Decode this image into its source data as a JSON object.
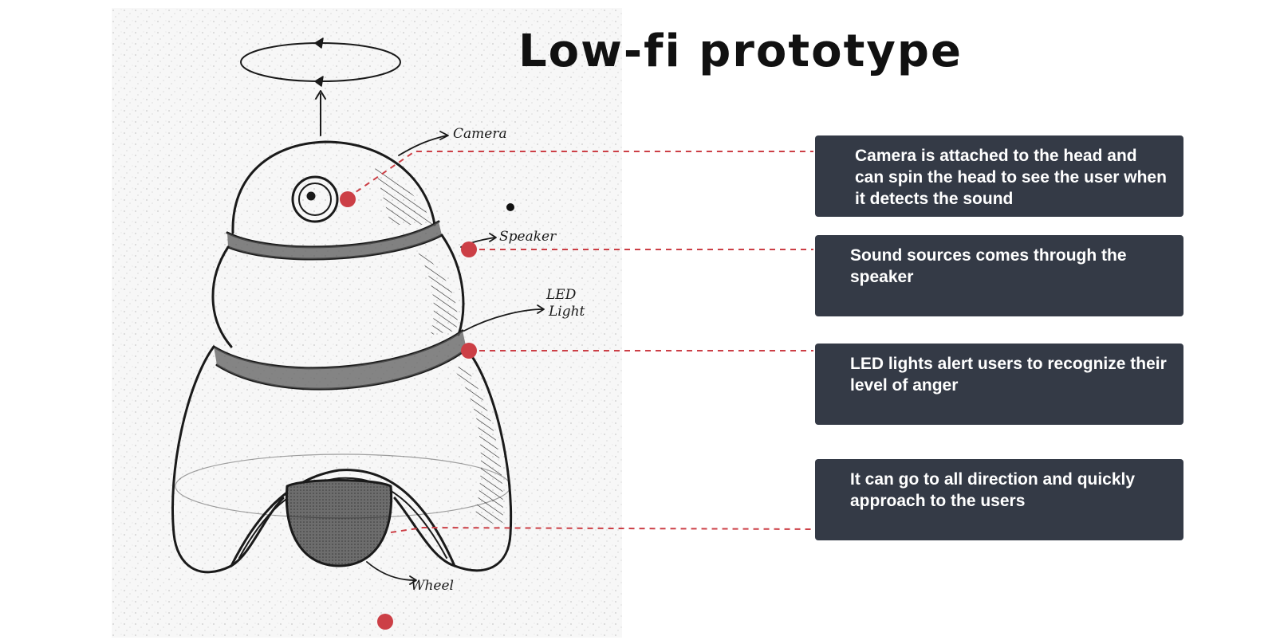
{
  "title": "Low-fi prototype",
  "sketch_labels": {
    "camera": "Camera",
    "speaker": "Speaker",
    "led_line1": "LED",
    "led_line2": "Light",
    "wheel": "Wheel"
  },
  "callouts": [
    {
      "text": "Camera is attached to the head and can spin the head to see the user when it detects the sound"
    },
    {
      "text": "Sound sources comes through the speaker"
    },
    {
      "text": "LED lights alert users to recognize their level of anger"
    },
    {
      "text": "It can go to all direction and quickly approach to the users"
    }
  ],
  "colors": {
    "callout_bg": "#343a46",
    "callout_text": "#ffffff",
    "marker": "#cc3f46",
    "leader_line": "#cc3f46",
    "sketch_ink": "#1a1a1a"
  },
  "icons": {
    "marker": "red-dot-marker"
  }
}
